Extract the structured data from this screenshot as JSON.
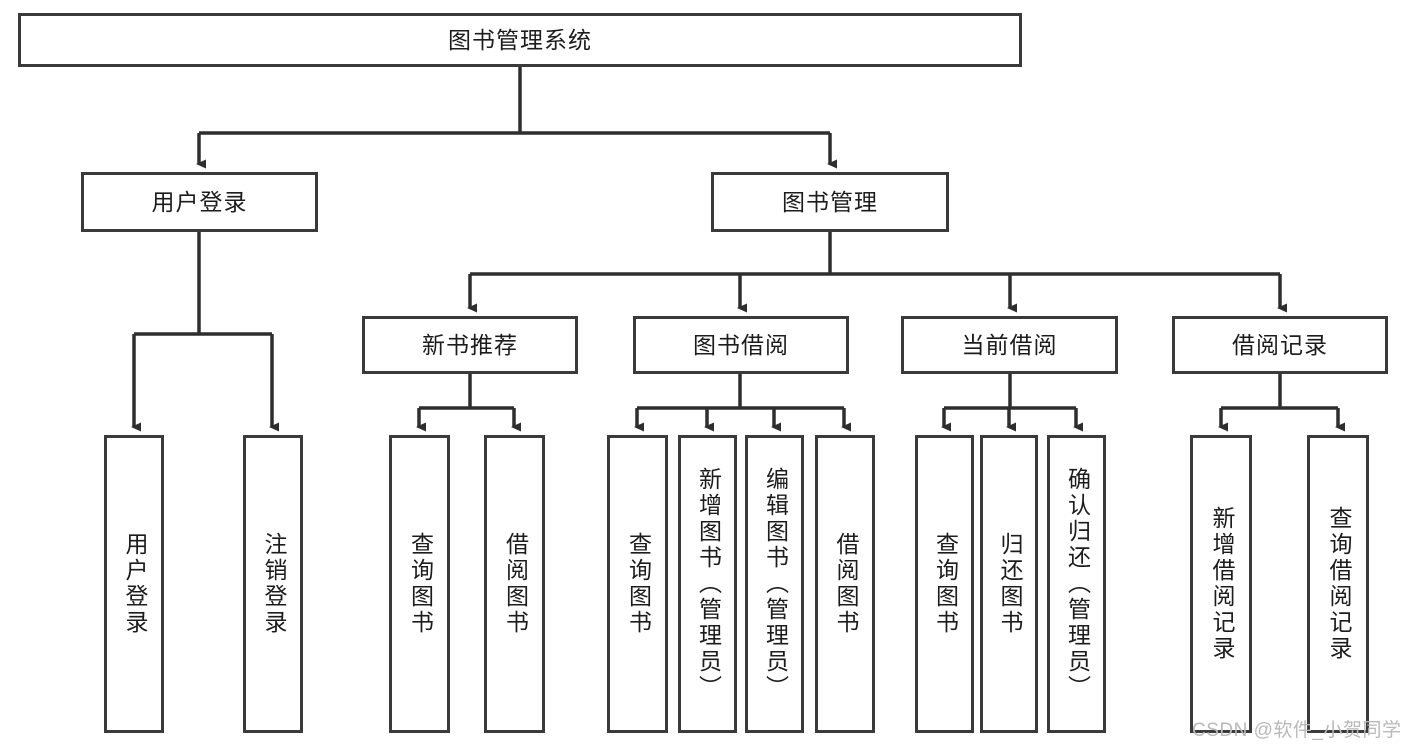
{
  "diagram": {
    "type": "tree-hierarchy-chart",
    "title": "图书管理系统",
    "stroke_color": "#3a3a3a",
    "background_color": "#ffffff",
    "text_color": "#1c1c1c",
    "root": {
      "label": "图书管理系统"
    },
    "level2": [
      {
        "label": "用户登录"
      },
      {
        "label": "图书管理"
      }
    ],
    "level3": [
      {
        "label": "新书推荐"
      },
      {
        "label": "图书借阅"
      },
      {
        "label": "当前借阅"
      },
      {
        "label": "借阅记录"
      }
    ],
    "leaves": {
      "user_login": [
        {
          "label": "用户登录"
        },
        {
          "label": "注销登录"
        }
      ],
      "new_book_recommend": [
        {
          "label": "查询图书"
        },
        {
          "label": "借阅图书"
        }
      ],
      "book_borrow": [
        {
          "label": "查询图书"
        },
        {
          "label": "新增图书（管理员）"
        },
        {
          "label": "编辑图书（管理员）"
        },
        {
          "label": "借阅图书"
        }
      ],
      "current_borrow": [
        {
          "label": "查询图书"
        },
        {
          "label": "归还图书"
        },
        {
          "label": "确认归还（管理员）"
        }
      ],
      "borrow_record": [
        {
          "label": "新增借阅记录"
        },
        {
          "label": "查询借阅记录"
        }
      ]
    }
  },
  "watermark": {
    "text": "CSDN @软件_小贺同学",
    "color": "#b9b9b9"
  }
}
